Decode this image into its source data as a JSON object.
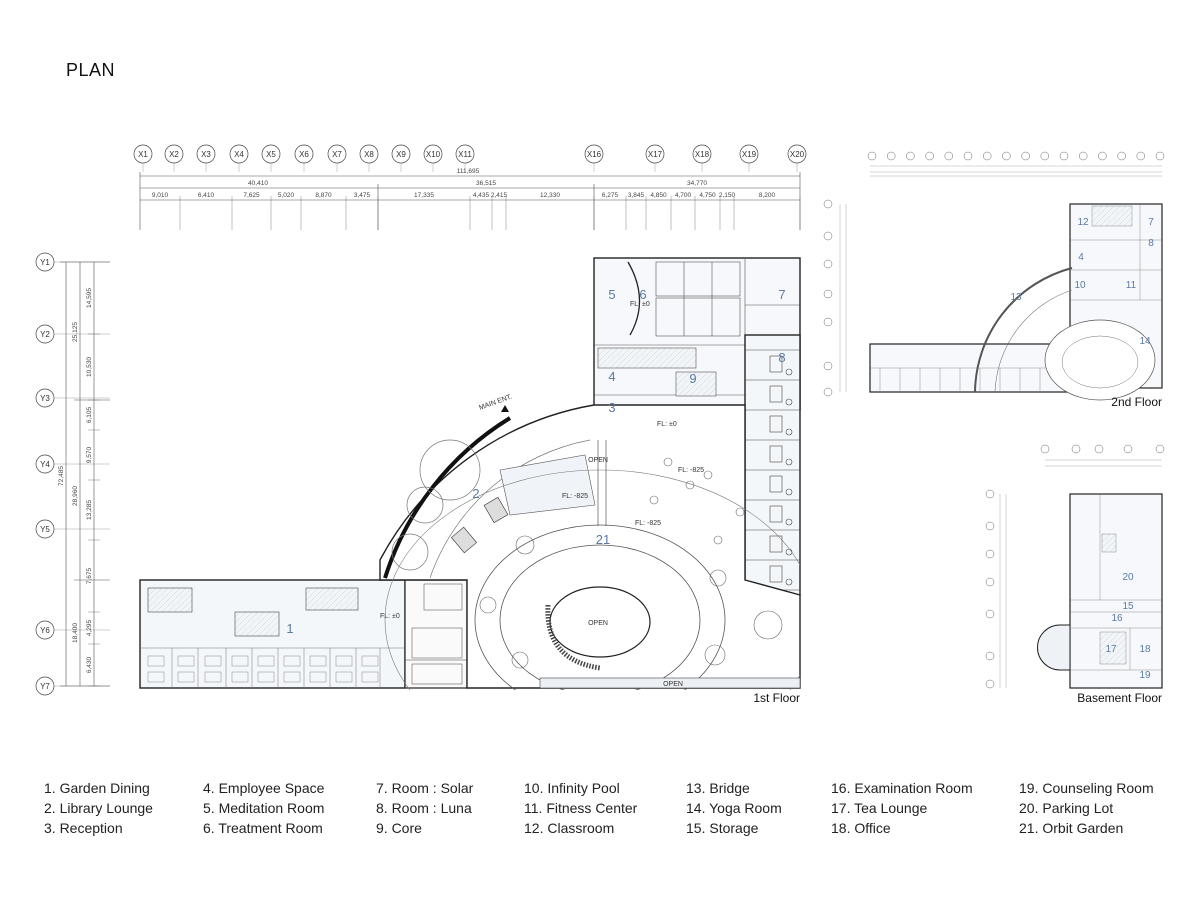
{
  "title": "PLAN",
  "main_plan": {
    "caption": "1st Floor",
    "x_axes": [
      "X1",
      "X2",
      "X3",
      "X4",
      "X5",
      "X6",
      "X7",
      "X8",
      "X9",
      "X10",
      "X11",
      "X16",
      "X17",
      "X18",
      "X19",
      "X20"
    ],
    "y_axes": [
      "Y1",
      "Y2",
      "Y3",
      "Y4",
      "Y5",
      "Y6",
      "Y7"
    ],
    "dim_total": "111,695",
    "dim_mid": [
      "40,410",
      "36,515",
      "34,770"
    ],
    "dim_spans": [
      "9,010",
      "6,410",
      "7,625",
      "5,020",
      "8,870",
      "3,475",
      "17,335",
      "4,435",
      "2,415",
      "12,330",
      "6,275",
      "3,845",
      "4,850",
      "4,700",
      "4,750",
      "2,150",
      "8,200"
    ],
    "y_dim_total": "72,485",
    "y_dim_mid": [
      "25,125",
      "28,960",
      "18,400"
    ],
    "y_dim_spans": [
      "14,595",
      "10,530",
      "6,105",
      "9,570",
      "13,285",
      "7,675",
      "4,295",
      "6,430"
    ],
    "room_numbers": [
      "1",
      "2",
      "3",
      "4",
      "5",
      "6",
      "7",
      "8",
      "9",
      "21"
    ],
    "labels": {
      "main_ent": "MAIN ENT.",
      "fl_0": "FL: ±0",
      "fl_825": "FL: -825",
      "open": "OPEN"
    }
  },
  "second_floor": {
    "caption": "2nd Floor",
    "room_numbers": [
      "12",
      "7",
      "8",
      "4",
      "10",
      "11",
      "13",
      "14"
    ]
  },
  "basement_floor": {
    "caption": "Basement Floor",
    "room_numbers": [
      "20",
      "15",
      "16",
      "17",
      "18",
      "19"
    ]
  },
  "legend": [
    [
      "1. Garden Dining",
      "2. Library Lounge",
      "3. Reception"
    ],
    [
      "4. Employee Space",
      "5. Meditation Room",
      "6. Treatment Room"
    ],
    [
      "7. Room : Solar",
      "8. Room : Luna",
      "9. Core"
    ],
    [
      "10. Infinity Pool",
      "11. Fitness Center",
      "12. Classroom"
    ],
    [
      "13. Bridge",
      "14. Yoga Room",
      "15. Storage"
    ],
    [
      "16. Examination Room",
      "17. Tea Lounge",
      "18. Office"
    ],
    [
      "19. Counseling Room",
      "20. Parking Lot",
      "21. Orbit Garden"
    ]
  ],
  "colors": {
    "room_number": "#5b7aa6",
    "line": "#333333",
    "tint": "#e4ecf3"
  }
}
